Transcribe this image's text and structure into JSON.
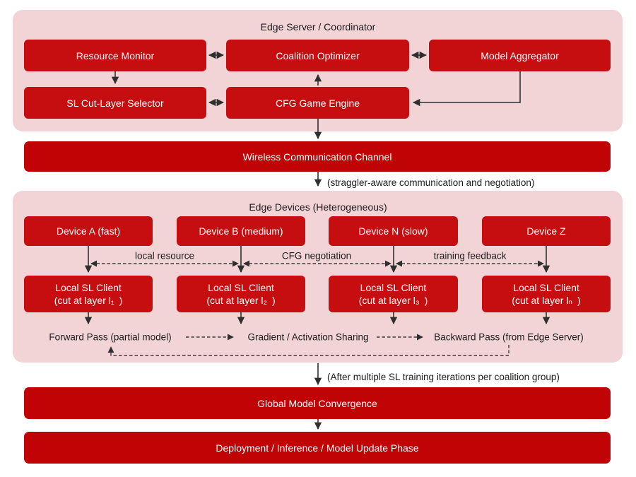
{
  "colors": {
    "node_red": "#c60e10",
    "bar_red": "#c00304",
    "panel_pink": "#f3d4d6",
    "arrow_dark": "#2f2f2f",
    "text_dark": "#1c1c1c",
    "text_light": "#ffffff"
  },
  "edge_server": {
    "title": "Edge Server / Coordinator",
    "resource_monitor": "Resource Monitor",
    "coalition_optimizer": "Coalition Optimizer",
    "model_aggregator": "Model Aggregator",
    "sl_cut_layer_selector": "SL Cut-Layer Selector",
    "cfg_game_engine": "CFG Game Engine"
  },
  "wireless_channel": {
    "label": "Wireless Communication Channel",
    "note": "(straggler-aware communication and negotiation)"
  },
  "edge_devices": {
    "title": "Edge Devices (Heterogeneous)",
    "devices": [
      "Device A (fast)",
      "Device B (medium)",
      "Device N (slow)",
      "Device Z"
    ],
    "link_labels": [
      "local resource",
      "CFG negotiation",
      "training feedback"
    ],
    "clients": [
      {
        "line1": "Local SL Client",
        "line2": "(cut at layer l₁ )"
      },
      {
        "line1": "Local SL Client",
        "line2": "(cut at layer l₂ )"
      },
      {
        "line1": "Local SL Client",
        "line2": "(cut at layer l₃ )"
      },
      {
        "line1": "Local SL Client",
        "line2": "(cut at layer lₙ )"
      }
    ],
    "flow_labels": [
      "Forward Pass (partial model)",
      "Gradient / Activation Sharing",
      "Backward Pass (from Edge Server)"
    ]
  },
  "iteration_note": "(After multiple SL training iterations per coalition group)",
  "global_convergence": "Global Model Convergence",
  "deployment": "Deployment / Inference / Model Update Phase"
}
